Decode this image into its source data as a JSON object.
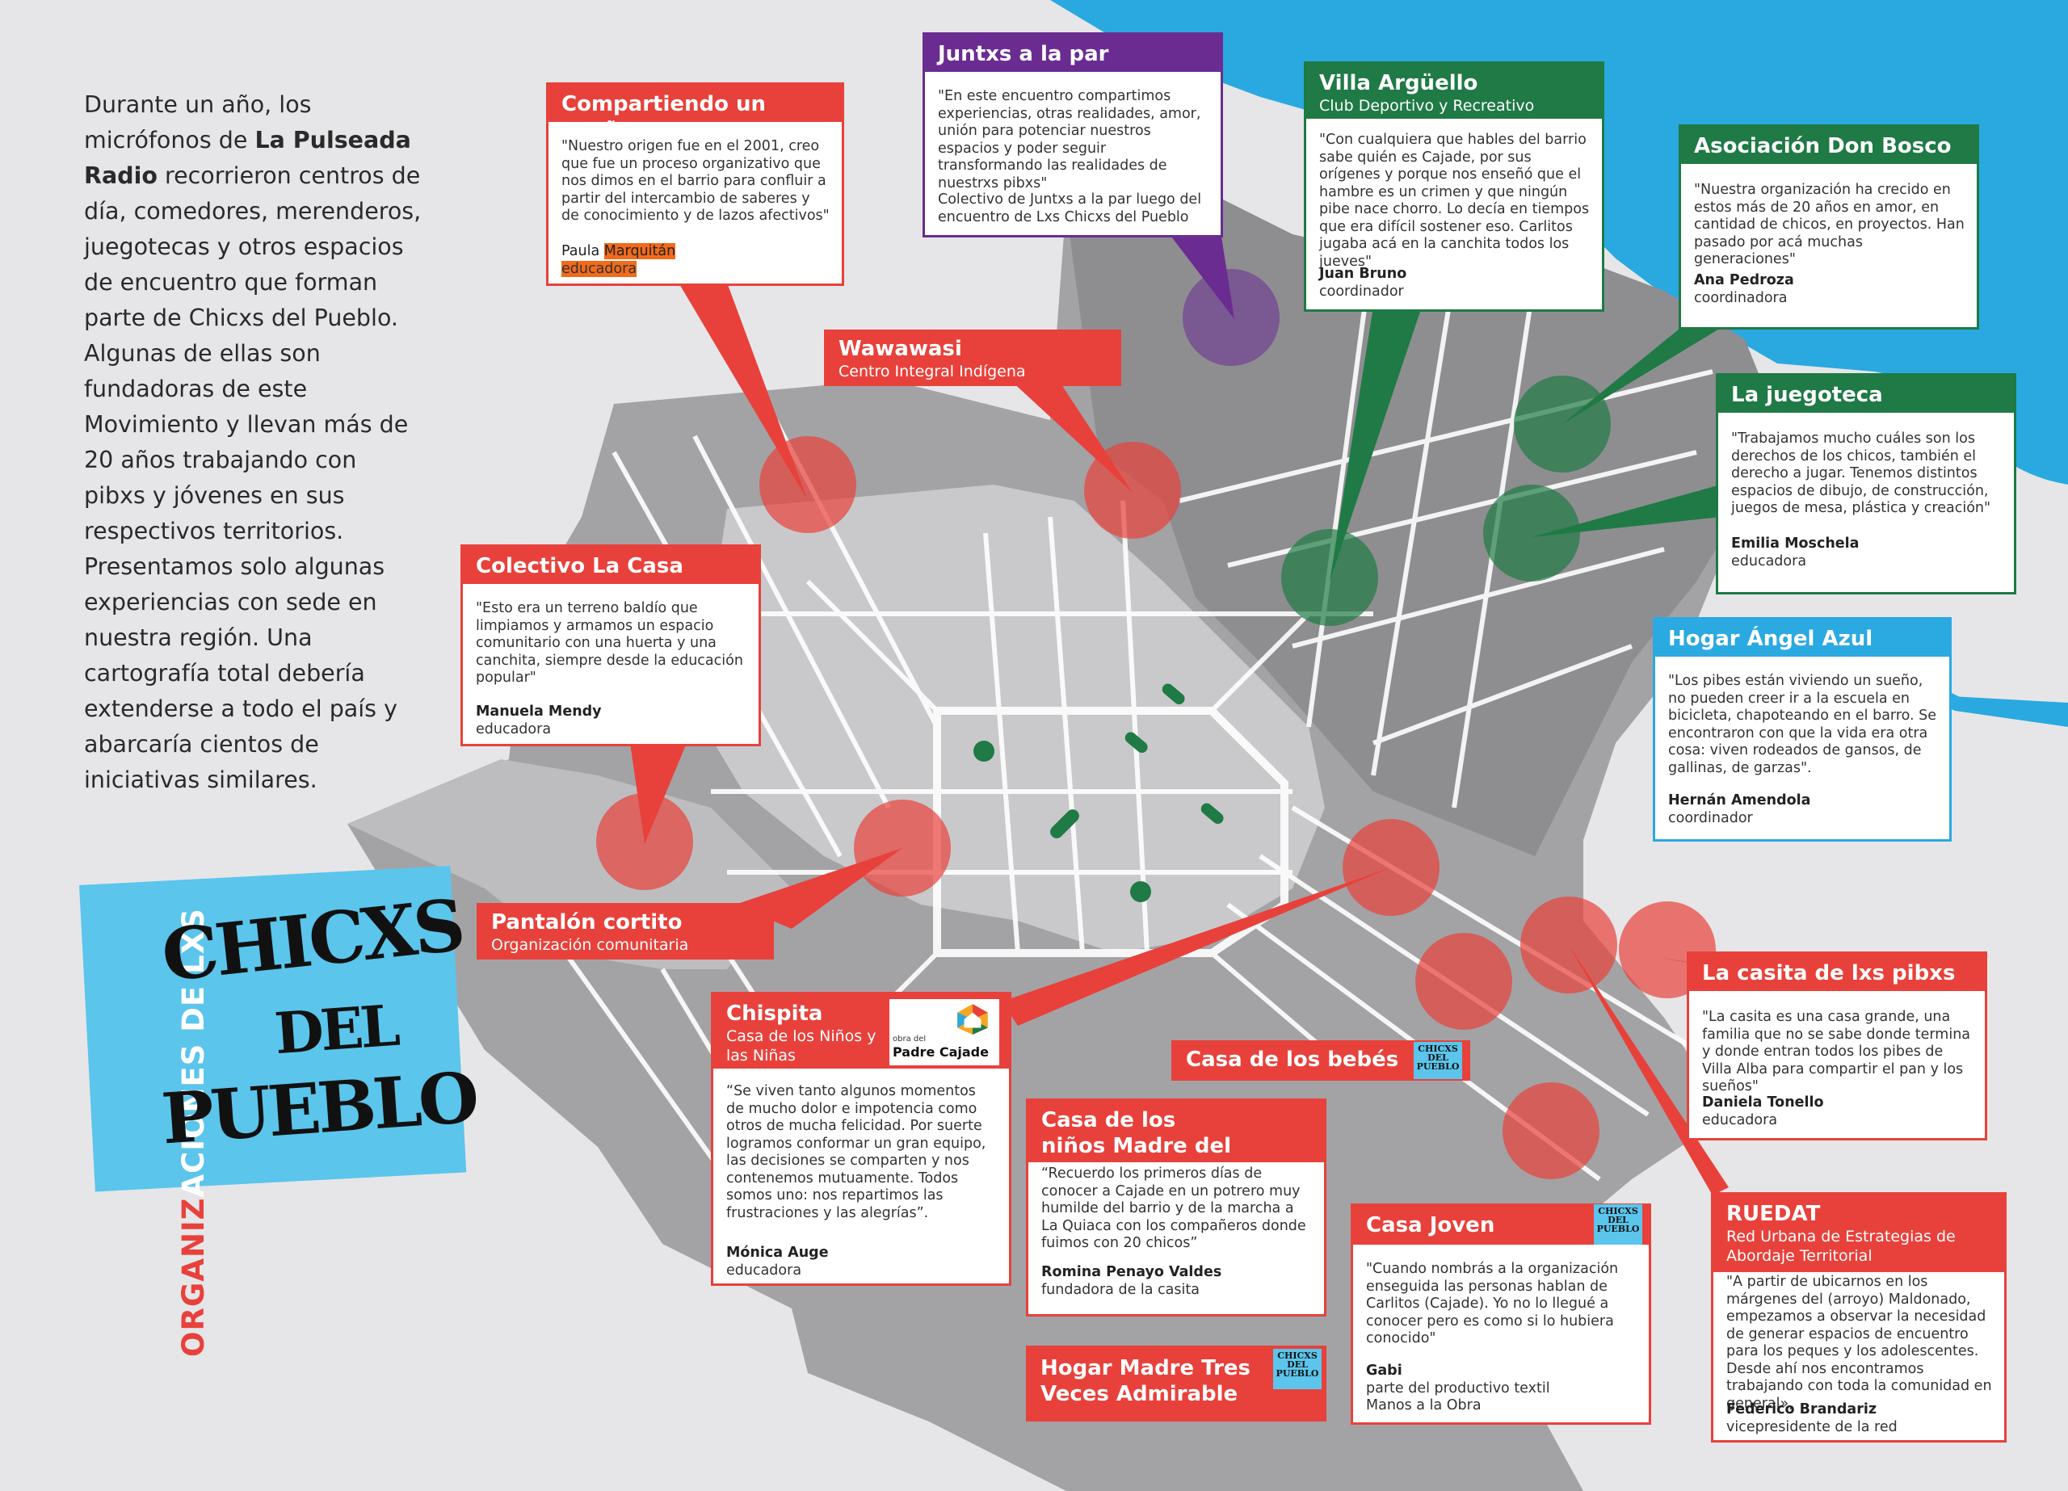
{
  "intro": {
    "p1_a": "Durante un año, los micrófonos de ",
    "p1_bold": "La Pulseada Radio",
    "p1_b": " recorrieron centros de día, comedores, merenderos, juegotecas y otros espacios de encuentro que forman parte de Chicxs del Pueblo.",
    "p2": "Algunas de ellas son fundadoras de este Movimiento y llevan más de 20 años trabajando con pibxs y jóvenes en sus respectivos territorios.",
    "p3": "Presentamos solo algunas experiencias con sede en nuestra región. Una cartografía total debería extenderse a todo el país y abarcaría cientos de iniciativas similares."
  },
  "logo": {
    "vertical_a": "ORGANIZ",
    "vertical_b": "ACIONES DE LXS",
    "word1": "CHICXS",
    "word2": "DEL",
    "word3": "PUEBLO"
  },
  "colors": {
    "red": "#e8413b",
    "green": "#1f7a45",
    "purple": "#6a2c91",
    "blue": "#2ba9e1",
    "water": "#29a9e0",
    "logo_bg": "#5bc5ec"
  },
  "cards": {
    "compartiendo": {
      "title": "Compartiendo un sueño",
      "quote": "\"Nuestro origen fue en el 2001, creo que fue un proceso organizativo que nos dimos en el barrio para confluir a partir del intercambio de saberes y de conocimiento y de lazos afectivos\"",
      "name_a": "Paula ",
      "name_b": "Marquitán",
      "role": "educadora"
    },
    "juntxs": {
      "title": "Juntxs a la par",
      "quote": "\"En este encuentro compartimos experiencias, otras realidades, amor, unión para potenciar nuestros espacios y poder seguir transformando las realidades de nuestrxs pibxs\"",
      "note": "Colectivo de Juntxs a la par luego del encuentro de Lxs Chicxs del Pueblo"
    },
    "villa": {
      "title": "Villa Argüello",
      "subtitle": "Club Deportivo y Recreativo",
      "quote": "\"Con cualquiera que hables del barrio sabe quién es Cajade, por sus orígenes y porque nos enseñó que el hambre es un crimen y que ningún pibe nace chorro. Lo decía en tiempos que era difícil sostener eso. Carlitos jugaba acá en la canchita todos los jueves\"",
      "name": "Juan Bruno",
      "role": "coordinador"
    },
    "donbosco": {
      "title": "Asociación Don Bosco",
      "quote": "\"Nuestra organización ha crecido en estos más de 20 años en amor, en cantidad de chicos, en proyectos. Han pasado por acá muchas generaciones\"",
      "name": "Ana Pedroza",
      "role": "coordinadora"
    },
    "juegoteca": {
      "title": "La juegoteca",
      "quote": "\"Trabajamos mucho cuáles son los derechos de los chicos, también el derecho a jugar. Tenemos distintos espacios de dibujo, de construcción, juegos de mesa, plástica y creación\"",
      "name": "Emilia Moschela",
      "role": "educadora"
    },
    "hogarazul": {
      "title": "Hogar Ángel Azul",
      "quote": "\"Los pibes están viviendo un sueño, no pueden creer ir a la escuela en  bicicleta, chapoteando en el barro. Se encontraron con que la vida era otra cosa: viven rodeados de gansos, de gallinas, de garzas\".",
      "name": "Hernán Amendola",
      "role": "coordinador"
    },
    "colectivo": {
      "title": "Colectivo La Casa",
      "quote": "\"Esto era un terreno baldío que limpiamos y armamos un espacio comunitario con una huerta y una canchita, siempre desde la educación popular\"",
      "name": "Manuela Mendy",
      "role": "educadora"
    },
    "chispita": {
      "title": "Chispita",
      "subtitle": "Casa de los Niños y las Niñas",
      "quote": "“Se viven tanto algunos momentos de mucho dolor e impotencia como otros de mucha felicidad. Por suerte logramos conformar un gran equipo, las decisiones se comparten y nos contenemos mutuamente. Todos somos uno: nos repartimos las frustraciones y las alegrías”.",
      "name": "Mónica Auge",
      "role": "educadora",
      "badge_small": "obra del",
      "badge_big": "Padre Cajade"
    },
    "casaninos": {
      "title": "Casa de los niños Madre del Pueblo",
      "quote": "“Recuerdo los primeros días de conocer a Cajade en un potrero muy humilde del barrio y de la marcha a La Quiaca con los compañeros donde fuimos con 20 chicos”",
      "name": "Romina Penayo Valdes",
      "role": "fundadora de la casita"
    },
    "casajoven": {
      "title": "Casa Joven",
      "quote": "\"Cuando nombrás a la organización enseguida las personas hablan de Carlitos (Cajade). Yo no lo llegué a conocer pero es como si lo hubiera conocido\"",
      "name": "Gabi",
      "role": "parte del productivo textil Manos a la Obra"
    },
    "casita": {
      "title": "La casita de lxs pibxs",
      "quote": "\"La casita es una casa grande, una familia que no se sabe donde termina y donde entran todos los pibes de Villa Alba para compartir el pan y los sueños\"",
      "name": "Daniela Tonello",
      "role": "educadora"
    },
    "ruedat": {
      "title": "RUEDAT",
      "subtitle": "Red Urbana de Estrategias de Abordaje Territorial",
      "quote": "\"A partir de ubicarnos en los márgenes del (arroyo) Maldonado, empezamos a observar la necesidad de generar espacios de encuentro para los peques y los adolescentes. Desde ahí nos encontramos trabajando con toda la comunidad en general»,",
      "name": "Federico Brandariz",
      "role": "vicepresidente de la red"
    }
  },
  "labels": {
    "wawawasi_t": "Wawawasi",
    "wawawasi_s": "Centro Integral Indígena",
    "pantalon_t": "Pantalón cortito",
    "pantalon_s": "Organización comunitaria",
    "bebes": "Casa de los bebés",
    "hogarmadre": "Hogar Madre Tres Veces Admirable",
    "mini_logo": "CHICXS DEL PUEBLO"
  }
}
